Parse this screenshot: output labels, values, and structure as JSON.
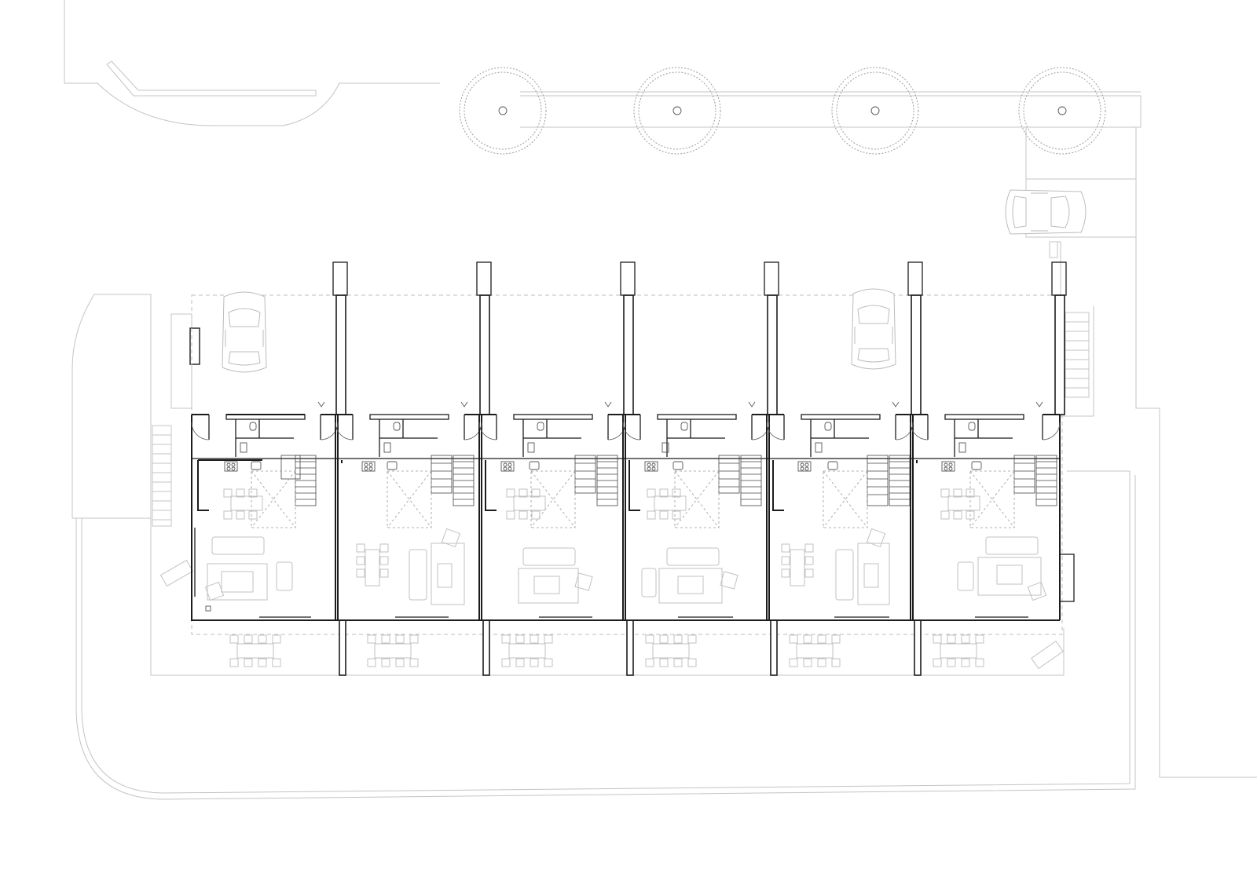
{
  "drawing": {
    "type": "ground-floor-plan",
    "unit_count": 6,
    "tree_count": 4,
    "car_count": 3,
    "colors": {
      "background": "#ffffff",
      "walls": "#1c1c1c",
      "context_lines": "#c4c4c4",
      "furniture": "#c2c2c2"
    }
  }
}
